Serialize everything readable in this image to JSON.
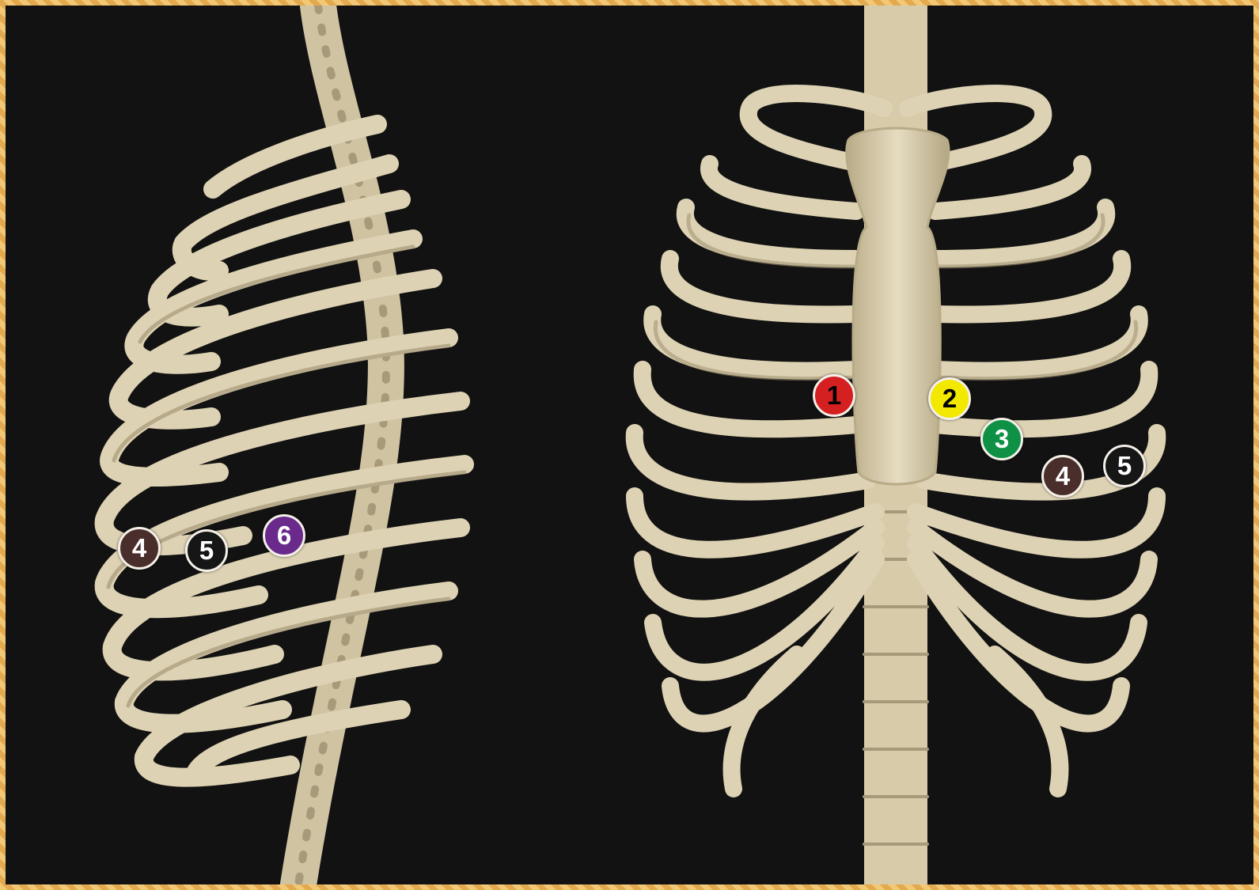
{
  "colors": {
    "frame": "#e8b25a",
    "background": "#121212",
    "bone": "#ddd2b3",
    "bone_shadow": "#9e9070"
  },
  "markers": [
    {
      "id": "lateral-4",
      "label": "4",
      "color": "#4a2e2c",
      "text_color": "#ffffff"
    },
    {
      "id": "lateral-5",
      "label": "5",
      "color": "#161616",
      "text_color": "#ffffff"
    },
    {
      "id": "lateral-6",
      "label": "6",
      "color": "#6a2a8c",
      "text_color": "#ffffff"
    },
    {
      "id": "front-1",
      "label": "1",
      "color": "#d42020",
      "text_color": "#000000"
    },
    {
      "id": "front-2",
      "label": "2",
      "color": "#f2e800",
      "text_color": "#000000"
    },
    {
      "id": "front-3",
      "label": "3",
      "color": "#0e9145",
      "text_color": "#ffffff"
    },
    {
      "id": "front-4",
      "label": "4",
      "color": "#4a2e2c",
      "text_color": "#ffffff"
    },
    {
      "id": "front-5",
      "label": "5",
      "color": "#161616",
      "text_color": "#ffffff"
    }
  ]
}
